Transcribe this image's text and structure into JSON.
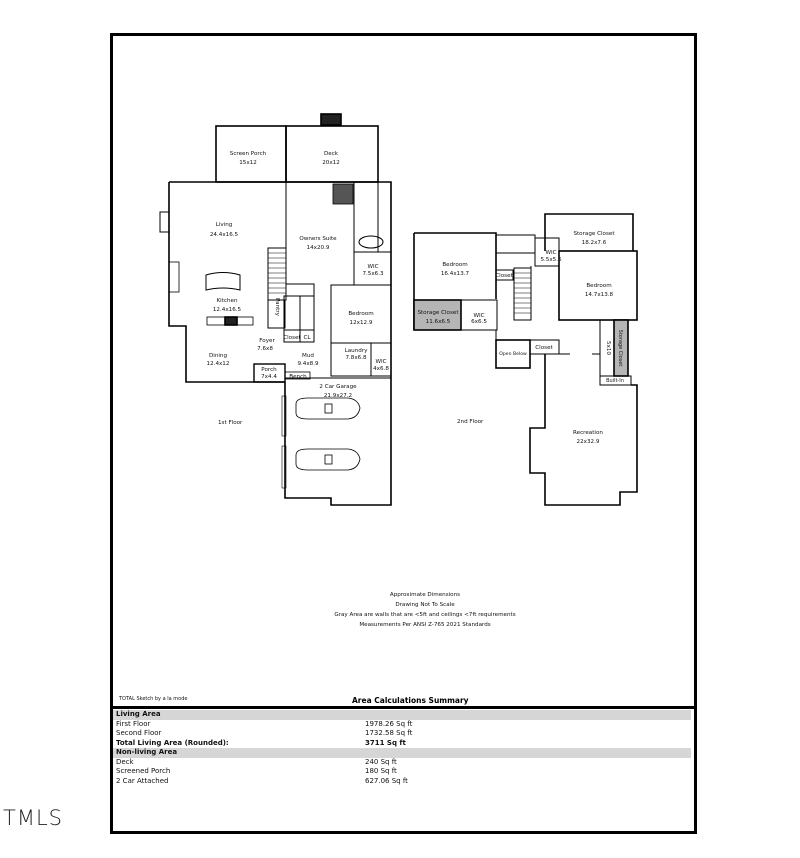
{
  "floors": [
    {
      "label": "1st Floor",
      "rooms": [
        {
          "name": "Screen Porch",
          "dims": "15x12"
        },
        {
          "name": "Deck",
          "dims": "20x12"
        },
        {
          "name": "Living",
          "dims": "24.4x16.5"
        },
        {
          "name": "Owners Suite",
          "dims": "14x20.9"
        },
        {
          "name": "WIC",
          "dims": "7.5x6.3"
        },
        {
          "name": "Kitchen",
          "dims": "12.4x16.5"
        },
        {
          "name": "Pantry",
          "dims": ""
        },
        {
          "name": "Bedroom",
          "dims": "12x12.9"
        },
        {
          "name": "Foyer",
          "dims": "7.6x8"
        },
        {
          "name": "Closet",
          "dims": ""
        },
        {
          "name": "CL",
          "dims": ""
        },
        {
          "name": "Dining",
          "dims": "12.4x12"
        },
        {
          "name": "Mud",
          "dims": "9.4x8.9"
        },
        {
          "name": "Laundry",
          "dims": "7.8x6.8"
        },
        {
          "name": "WIC",
          "dims": "4x6.8"
        },
        {
          "name": "Porch",
          "dims": "7x4.4"
        },
        {
          "name": "Bench",
          "dims": ""
        },
        {
          "name": "2 Car Garage",
          "dims": "21.9x27.2"
        }
      ]
    },
    {
      "label": "2nd Floor",
      "rooms": [
        {
          "name": "Storage Closet",
          "dims": "18.2x7.6"
        },
        {
          "name": "Bedroom",
          "dims": "16.4x13.7"
        },
        {
          "name": "WIC",
          "dims": "5.5x5.6"
        },
        {
          "name": "Closet",
          "dims": ""
        },
        {
          "name": "Bedroom",
          "dims": "14.7x13.8"
        },
        {
          "name": "Storage Closet",
          "dims": "11.6x6.5"
        },
        {
          "name": "WIC",
          "dims": "6x6.5"
        },
        {
          "name": "Open Below",
          "dims": ""
        },
        {
          "name": "Closet",
          "dims": ""
        },
        {
          "name": "5x10",
          "dims": ""
        },
        {
          "name": "Storage Closet",
          "dims": ""
        },
        {
          "name": "Built-In",
          "dims": ""
        },
        {
          "name": "Recreation",
          "dims": "22x32.9"
        }
      ]
    }
  ],
  "notes": [
    "Approximate Dimensions",
    "Drawing Not To Scale",
    "Gray Area are walls that are <5ft and ceilings <7ft requirements",
    "Measurements Per ANSI Z-765 2021 Standards"
  ],
  "sketch_credit": "TOTAL Sketch by a la mode",
  "summary": {
    "title": "Area Calculations Summary",
    "sections": [
      {
        "header": "Living Area",
        "rows": [
          {
            "label": "First Floor",
            "value": "1978.26 Sq ft"
          },
          {
            "label": "Second Floor",
            "value": "1732.58 Sq ft"
          },
          {
            "label": "Total Living Area (Rounded):",
            "value": "3711 Sq ft",
            "bold": true
          }
        ]
      },
      {
        "header": "Non-living Area",
        "rows": [
          {
            "label": "Deck",
            "value": "240 Sq ft"
          },
          {
            "label": "Screened Porch",
            "value": "180 Sq ft"
          },
          {
            "label": "2 Car Attached",
            "value": "627.06 Sq ft"
          }
        ]
      }
    ]
  },
  "watermark": "TMLS",
  "colors": {
    "gray_area": "#b5b5b5",
    "header_bar": "#d6d6d6",
    "wall": "#000000"
  }
}
